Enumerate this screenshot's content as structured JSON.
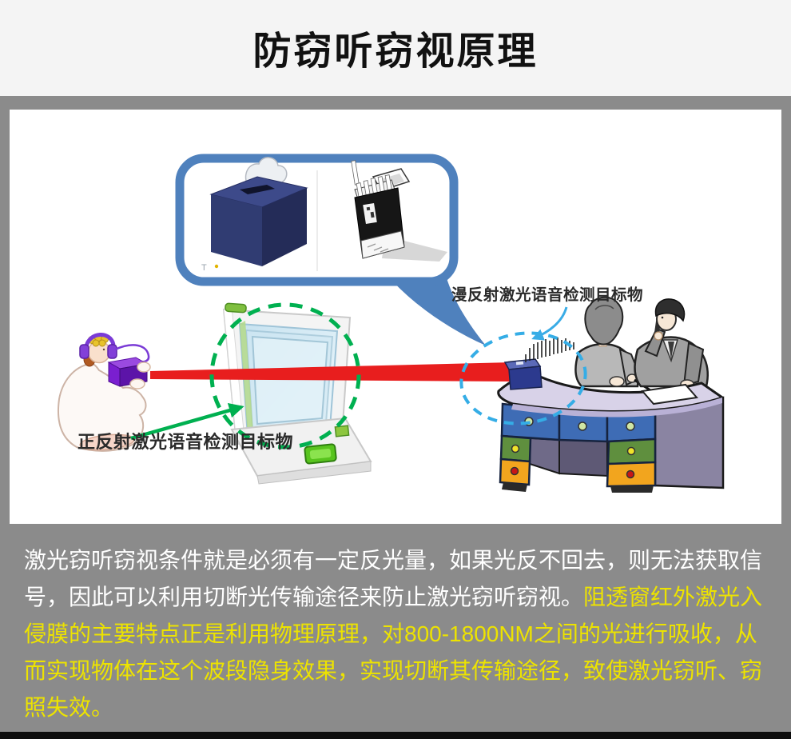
{
  "page": {
    "background": "#f4f4f4",
    "panel_gray": "#8b8b8b",
    "bottom_bar_black": "#0d0d0d"
  },
  "header": {
    "title": "防窃听窃视原理",
    "title_color": "#111111"
  },
  "diagram": {
    "labels": {
      "diffuse": "漫反射激光语音检测目标物",
      "specular": "正反射激光语音检测目标物"
    },
    "figures": [
      "speech-bubble",
      "tissue-box",
      "cigarette-pack",
      "eavesdropper-with-headphones",
      "laser-listening-device",
      "laser-beam",
      "double-glazed-window",
      "green-dashed-circle",
      "blue-dashed-circle",
      "meeting-desk",
      "laser-target-box",
      "businesswoman",
      "businessman",
      "sound-waves"
    ],
    "colors": {
      "bubble_blue": "#4f81bd",
      "laser_red": "#e81e1e",
      "green_accent": "#00b050",
      "blue_accent": "#35ade6",
      "tissue_box_navy": "#303c72",
      "device_purple": "#7a1fd0",
      "desk_top_lavender": "#d8d2e8",
      "drawer_blue": "#3e6cb5",
      "drawer_green": "#5f8f3e",
      "drawer_orange": "#f2a51e"
    }
  },
  "footer": {
    "white_text": "激光窃听窃视条件就是必须有一定反光量，如果光反不回去，则无法获取信号，因此可以利用切断光传输途径来防止激光窃听窃视。",
    "yellow_text": "阻透窗红外激光入侵膜的主要特点正是利用物理原理，对800-1800NM之间的光进行吸收，从而实现物体在这个波段隐身效果，实现切断其传输途径，致使激光窃听、窃照失效。",
    "colors": {
      "primary": "#ffffff",
      "highlight": "#ede300"
    }
  }
}
